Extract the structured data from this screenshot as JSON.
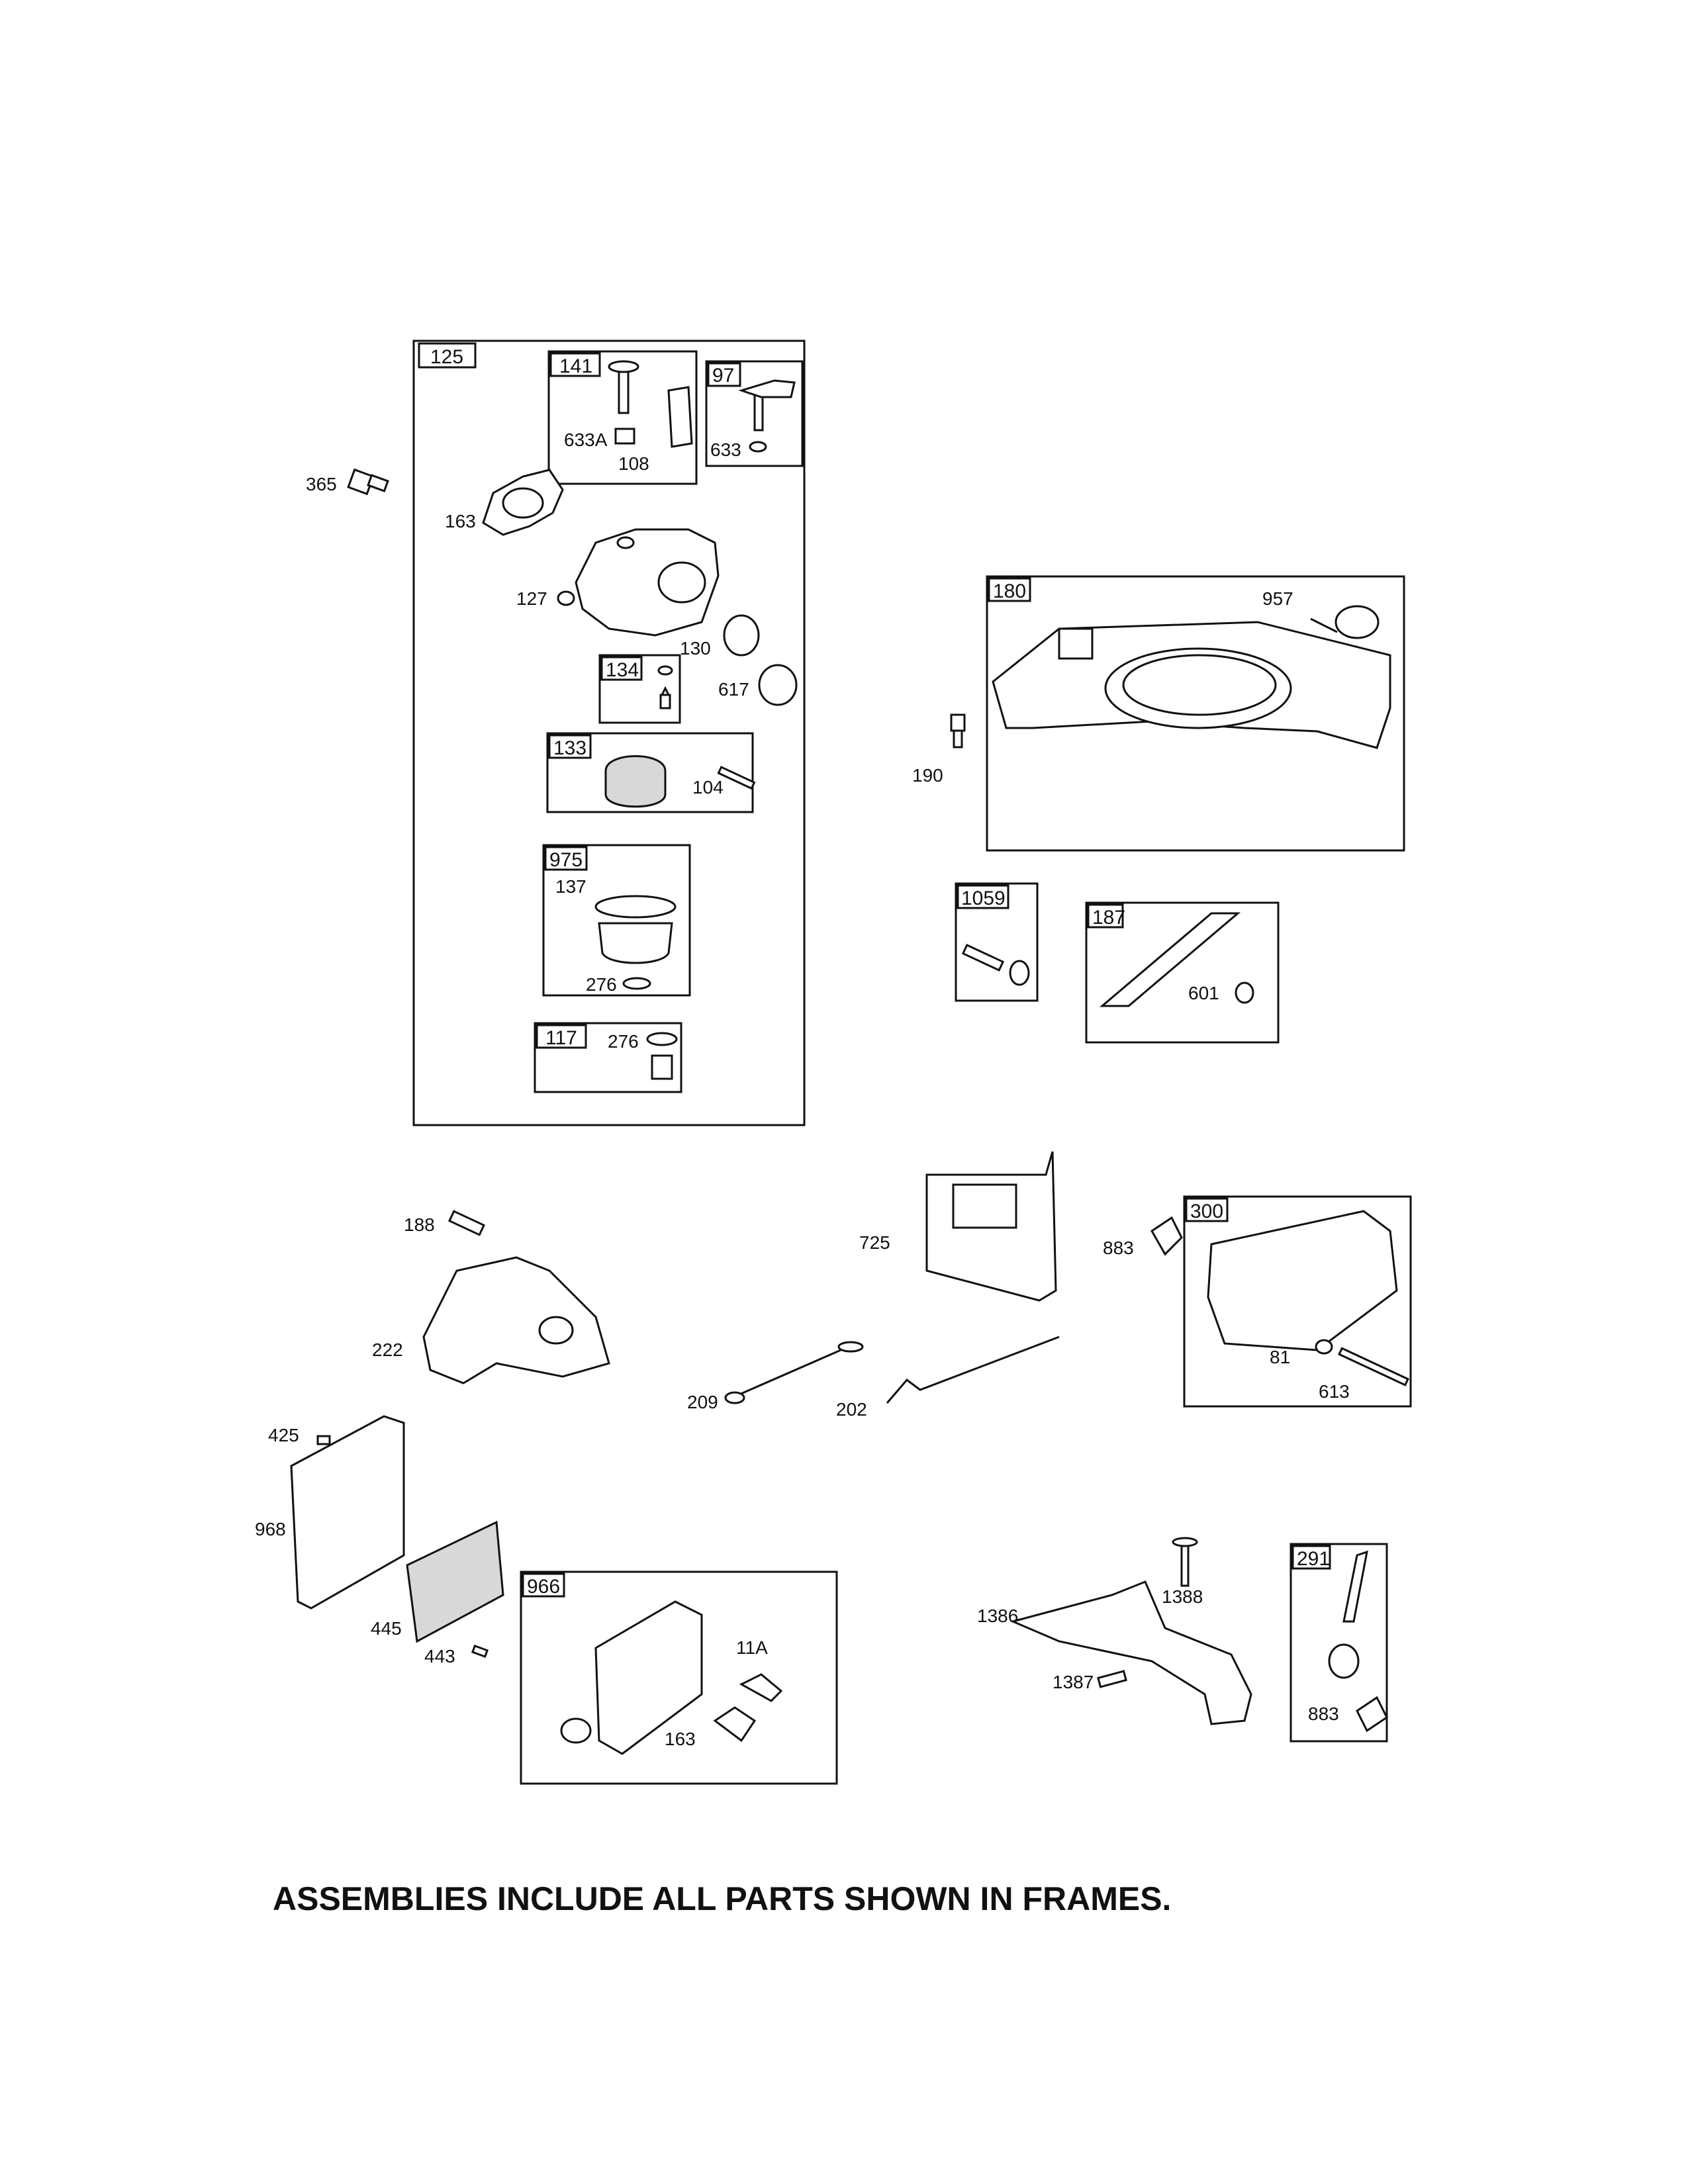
{
  "frames": {
    "f125": "125",
    "f141": "141",
    "f97": "97",
    "f134": "134",
    "f133": "133",
    "f975": "975",
    "f117": "117",
    "f180": "180",
    "f1059": "1059",
    "f187": "187",
    "f300": "300",
    "f966": "966",
    "f291": "291"
  },
  "callouts": {
    "c365": "365",
    "c163a": "163",
    "c633A": "633A",
    "c108": "108",
    "c633": "633",
    "c127": "127",
    "c130": "130",
    "c617": "617",
    "c104": "104",
    "c137": "137",
    "c276a": "276",
    "c276b": "276",
    "c957": "957",
    "c190": "190",
    "c601": "601",
    "c188": "188",
    "c222": "222",
    "c725": "725",
    "c883a": "883",
    "c81": "81",
    "c613": "613",
    "c209": "209",
    "c202": "202",
    "c425": "425",
    "c968": "968",
    "c445": "445",
    "c443": "443",
    "c11A": "11A",
    "c163b": "163",
    "c1386": "1386",
    "c1388": "1388",
    "c1387": "1387",
    "c883b": "883"
  },
  "footer": "ASSEMBLIES INCLUDE ALL PARTS SHOWN IN FRAMES."
}
